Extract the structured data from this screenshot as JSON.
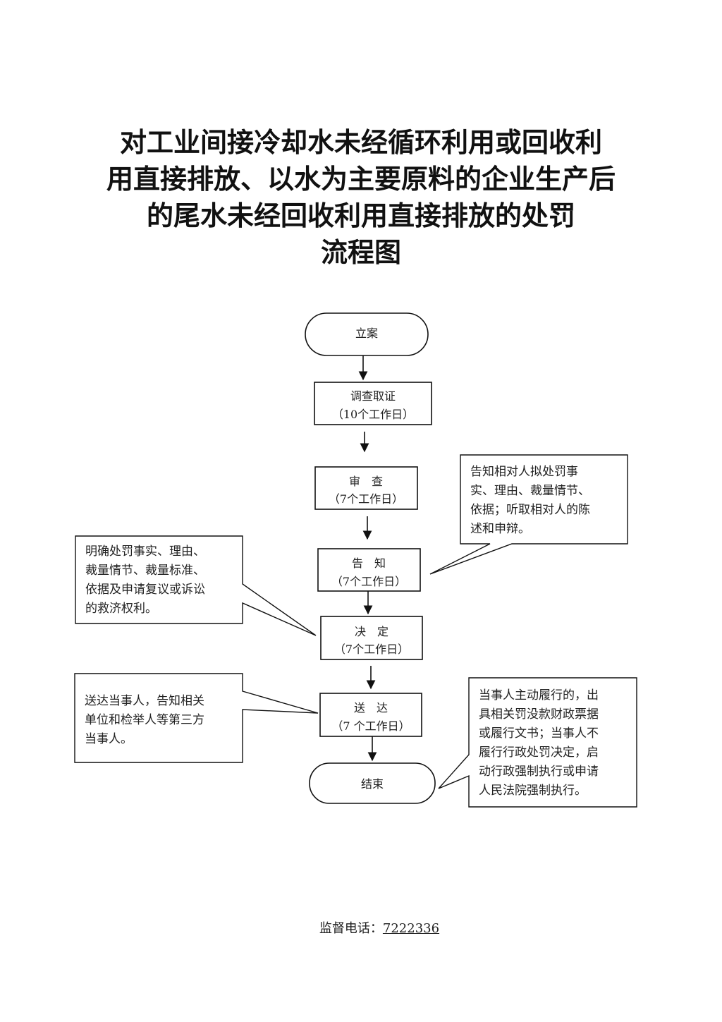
{
  "title": {
    "lines": [
      "对工业间接冷却水未经循环利用或回收利",
      "用直接排放、以水为主要原料的企业生产后",
      "的尾水未经回收利用直接排放的处罚",
      "流程图"
    ]
  },
  "nodes": {
    "start": "立案",
    "investigate": {
      "label": "调查取证",
      "days": "（10个工作日）"
    },
    "review": {
      "label": "审　查",
      "days": "（7个工作日）"
    },
    "notify": {
      "label": "告　知",
      "days": "（7个工作日）"
    },
    "decide": {
      "label": "决　定",
      "days": "（7个工作日）"
    },
    "deliver": {
      "label": "送　达",
      "days": "（7 个工作日）"
    },
    "end": "结束"
  },
  "notes": {
    "notify_right": [
      "告知相对人拟处罚事",
      "实、理由、裁量情节、",
      "依据；听取相对人的陈",
      "述和申辩。"
    ],
    "decide_left": [
      "明确处罚事实、理由、",
      "裁量情节、裁量标准、",
      "依据及申请复议或诉讼",
      "的救济权利。"
    ],
    "deliver_left": [
      "送达当事人，告知相关",
      "单位和检举人等第三方",
      "当事人。"
    ],
    "end_right": [
      "当事人主动履行的，出",
      "具相关罚没款财政票据",
      "或履行文书；当事人不",
      "履行行政处罚决定，启",
      "动行政强制执行或申请",
      "人民法院强制执行。"
    ]
  },
  "footer": {
    "label": "监督电话：",
    "phone": "7222336"
  }
}
